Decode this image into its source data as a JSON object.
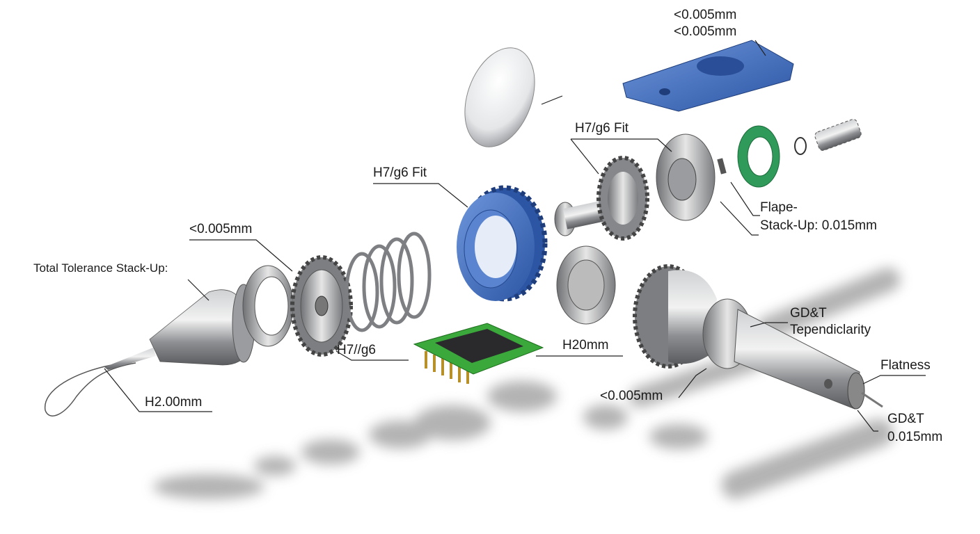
{
  "diagram": {
    "labels": {
      "top_tol_1": "<0.005mm",
      "top_tol_2": "<0.005mm",
      "fit_upper": "H7/g6 Fit",
      "fit_middle": "H7/g6 Fit",
      "gear_tol": "<0.005mm",
      "total_stack": "Total Tolerance Stack-Up:",
      "flape_1": "Flape-",
      "flape_2": "Stack-Up: 0.015mm",
      "gdt_perp_1": "GD&T",
      "gdt_perp_2": "Tependiclarity",
      "flatness": "Flatness",
      "gdt_tip_1": "GD&T",
      "gdt_tip_2": "0.015mm",
      "h20": "H20mm",
      "h7g6_chip": "H7//g6",
      "h2": "H2.00mm",
      "shaft_tol": "<0.005mm"
    },
    "colors": {
      "steel": "#8a8c8f",
      "blue_part": "#3f6fc0",
      "green_seal": "#2f9a5a",
      "pcb": "#3aa83a"
    }
  }
}
